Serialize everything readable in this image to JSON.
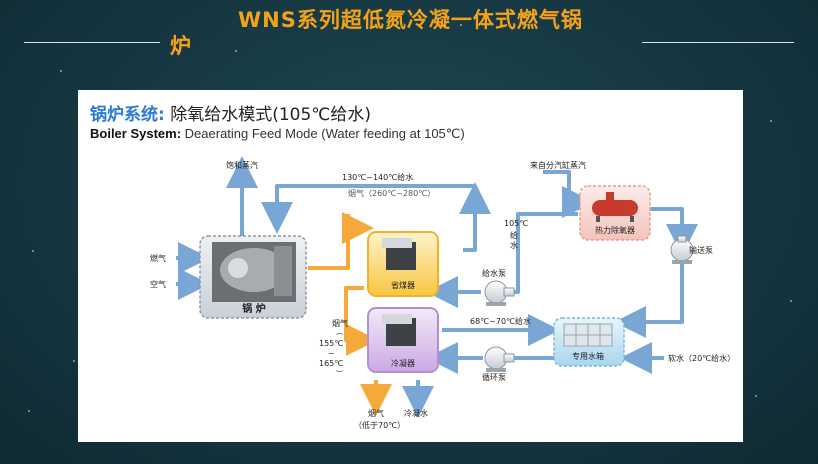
{
  "slide": {
    "title_line1": "WNS系列超低氮冷凝一体式燃气锅",
    "title_line2": "炉"
  },
  "panel": {
    "heading_label": "锅炉系统:",
    "heading_text": " 除氧给水模式(105℃给水)",
    "subheading_label": "Boiler System:",
    "subheading_text": " Deaerating Feed Mode (Water feeding at 105℃)"
  },
  "diagram": {
    "saturated_steam": "饱和蒸汽",
    "feedwater_130_140": "130℃~140℃给水",
    "flue_260_280": "烟气（260℃~280℃）",
    "steam_from_header": "来自分汽缸蒸汽",
    "fuel_gas": "燃气",
    "air": "空气",
    "boiler": "锅 炉",
    "economizer": "省煤器",
    "feed_105_1": "105℃",
    "feed_105_2": "给",
    "feed_105_3": "水",
    "deaerator": "热力除氧器",
    "transfer_pump": "输送泵",
    "feed_pump": "给水泵",
    "flue_vertical": "烟气",
    "temp_155": "155℃",
    "temp_tilde": "~",
    "temp_165": "165℃",
    "water_68_70": "68℃~70℃给水",
    "condenser": "冷凝器",
    "water_tank": "专用水箱",
    "circulation_pump": "循环泵",
    "soft_water": "软水（20℃给水）",
    "flue_out": "烟气",
    "flue_out_temp": "（低于70℃）",
    "condensate": "冷凝水"
  },
  "colors": {
    "title": "#f5a21b",
    "blue_pipe": "#7aa6d6",
    "orange_pipe": "#f4a93a",
    "economizer_border": "#f2b12a",
    "condenser_border": "#b48fd0",
    "deaerator_border": "#e99a8e",
    "tank_border": "#74b8dd"
  }
}
